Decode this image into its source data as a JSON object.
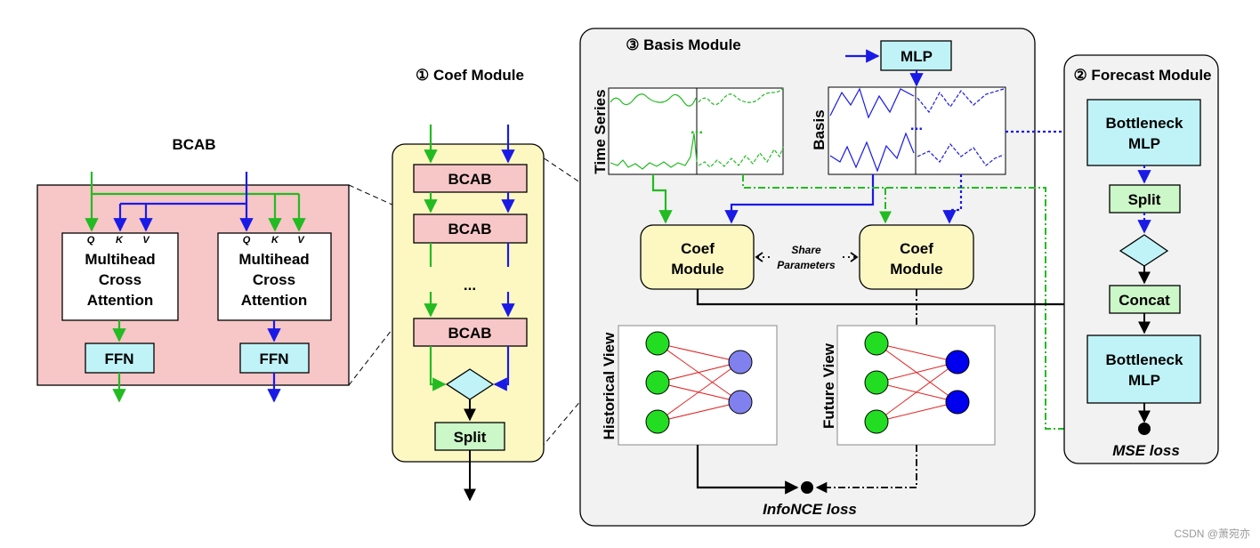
{
  "bcab_panel": {
    "title": "BCAB",
    "left_attention": {
      "q": "Q",
      "k": "K",
      "v": "V",
      "line1": "Multihead",
      "line2": "Cross",
      "line3": "Attention"
    },
    "right_attention": {
      "q": "Q",
      "k": "K",
      "v": "V",
      "line1": "Multihead",
      "line2": "Cross",
      "line3": "Attention"
    },
    "left_ffn": "FFN",
    "right_ffn": "FFN"
  },
  "coef_module": {
    "title": "① Coef Module",
    "block1": "BCAB",
    "block2": "BCAB",
    "ellipsis": "...",
    "block3": "BCAB",
    "split": "Split"
  },
  "basis_module": {
    "title": "③ Basis Module",
    "mlp": "MLP",
    "time_series_label": "Time Series",
    "basis_label": "Basis",
    "series_ellipsis": "...",
    "basis_ellipsis": "...",
    "coef_left_line1": "Coef",
    "coef_left_line2": "Module",
    "coef_right_line1": "Coef",
    "coef_right_line2": "Module",
    "share_line1": "Share",
    "share_line2": "Parameters",
    "historical_view": "Historical View",
    "future_view": "Future View",
    "loss": "InfoNCE loss"
  },
  "forecast_module": {
    "title": "② Forecast Module",
    "bottleneck1_line1": "Bottleneck",
    "bottleneck1_line2": "MLP",
    "split": "Split",
    "concat": "Concat",
    "bottleneck2_line1": "Bottleneck",
    "bottleneck2_line2": "MLP",
    "loss": "MSE loss"
  },
  "watermark": "CSDN @萧宛亦",
  "colors": {
    "green": "#22bb22",
    "blue": "#1a1ae6",
    "pink": "#f7c6c6",
    "cyan": "#bff3f7",
    "light_green": "#ccf7c8",
    "yellow": "#fdf8c2",
    "grey_panel": "#f2f2f2",
    "red_edge": "#e32020",
    "node_green": "#22dd22",
    "node_purple": "#8080ee",
    "node_blue": "#0000ee"
  }
}
